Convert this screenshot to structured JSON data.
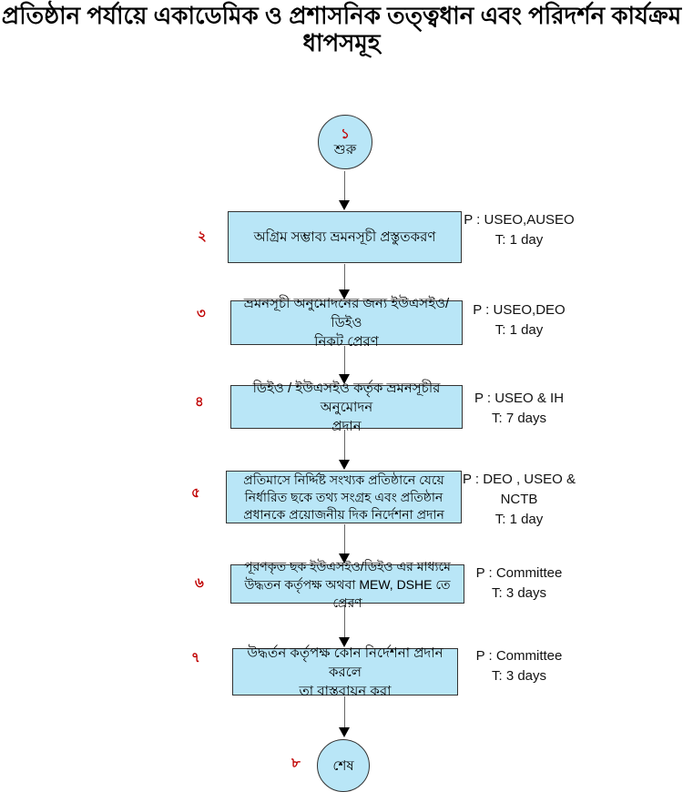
{
  "title": "প্রতিষ্ঠান পর্যায়ে একাডেমিক ও প্রশাসনিক তত্ত্বধান এবং পরিদর্শন কার্যক্রম ধাপসমূহ",
  "colors": {
    "node_fill": "#b9e6f7",
    "node_border": "#333333",
    "step_number": "#c00000",
    "connector": "#666666",
    "arrowhead": "#000000"
  },
  "flow": {
    "start": {
      "number": "১",
      "label": "শুরু"
    },
    "end": {
      "number": "৮",
      "label": "শেষ"
    },
    "steps": [
      {
        "number": "২",
        "lines": [
          "অগ্রিম সম্ভাব্য ভ্রমনসূচী প্রস্তুতকরণ"
        ],
        "annotation": [
          "P : USEO,AUSEO",
          "T: 1 day"
        ]
      },
      {
        "number": "৩",
        "lines": [
          "ভ্রমনসূচী অনুমোদনের জন্য ইউএসইও/ডিইও",
          "নিকট  প্রেরণ"
        ],
        "annotation": [
          "P : USEO,DEO",
          "T: 1 day"
        ]
      },
      {
        "number": "৪",
        "lines": [
          "ডিইও / ইউএসইও কর্তৃক ভ্রমনসূচীর অনুমোদন",
          "প্রদান"
        ],
        "annotation": [
          "P : USEO & IH",
          "T: 7 days"
        ]
      },
      {
        "number": "৫",
        "lines": [
          "প্রতিমাসে নির্দ্দিষ্ট সংখ্যক প্রতিষ্ঠানে যেয়ে",
          "নির্ধারিত ছকে তথ্য সংগ্রহ এবং প্রতিষ্ঠান",
          "প্রধানকে প্রয়োজনীয় দিক নির্দেশনা প্রদান"
        ],
        "annotation": [
          "P : DEO , USEO &",
          "NCTB",
          "T: 1 day"
        ]
      },
      {
        "number": "৬",
        "lines": [
          "পূরণকৃত ছক ইউএসইও/ডিইও  এর মাধ্যমে",
          "উদ্ধতন কর্তৃপক্ষ অথবা MEW, DSHE তে প্রেরণ"
        ],
        "annotation": [
          "P : Committee",
          "T: 3 days"
        ]
      },
      {
        "number": "৭",
        "lines": [
          "উদ্ধর্তন কর্তৃপক্ষ কোন নির্দেশনা প্রদান করলে",
          "তা বাস্তবায়ন করা"
        ],
        "annotation": [
          "P : Committee",
          "T: 3 days"
        ]
      }
    ]
  }
}
